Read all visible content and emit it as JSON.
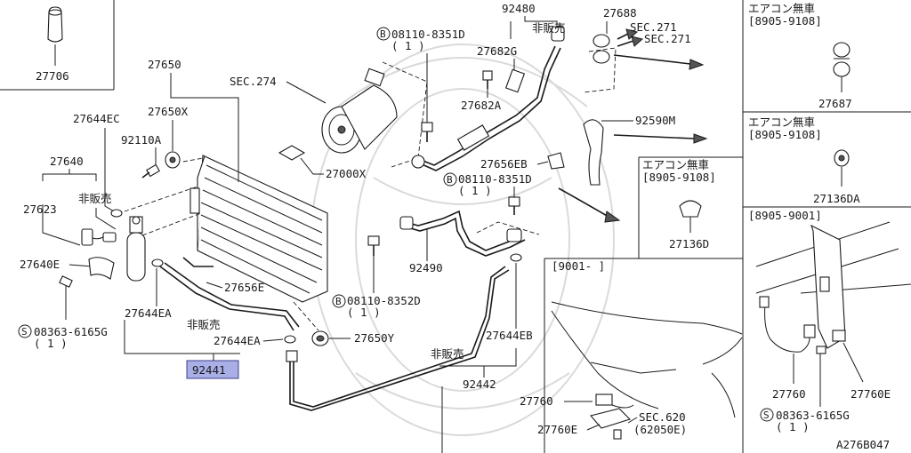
{
  "diagram_code": "A276B047",
  "colors": {
    "highlight_fill": "#a9aee6",
    "highlight_border": "#3a3f8a",
    "ink": "#1a1a1a"
  },
  "labels": {
    "p27706": "27706",
    "p27650": "27650",
    "sec274": "SEC.274",
    "p27644ec": "27644EC",
    "p27650x": "27650X",
    "p92110a": "92110A",
    "p27640": "27640",
    "hibanbai1": "非販売",
    "p27623": "27623",
    "p27640e": "27640E",
    "p27656e": "27656E",
    "p27644ea_top": "27644EA",
    "hibanbai2": "非販売",
    "p27644ea_bot": "27644EA",
    "p92441": "92441",
    "s08363_left": "08363-6165G",
    "s08363_left_qty": "( 1 )",
    "p27000x": "27000X",
    "b08110_8351d_a": "08110-8351D",
    "b08110_8351d_a_qty": "( 1 )",
    "p92480": "92480",
    "hibanbai3": "非販売",
    "p27682g": "27682G",
    "p27682a": "27682A",
    "b08110_8351d_b": "08110-8351D",
    "b08110_8351d_b_qty": "( 1 )",
    "p27656eb": "27656EB",
    "p92490": "92490",
    "b08110_8352d": "08110-8352D",
    "b08110_8352d_qty": "( 1 )",
    "p27650y": "27650Y",
    "hibanbai4": "非販売",
    "p27644eb": "27644EB",
    "p92442": "92442",
    "p27688": "27688",
    "sec271_a": "SEC.271",
    "sec271_b": "SEC.271",
    "p92590m": "92590M",
    "box1_title": "エアコン無車",
    "box1_range": "[8905-9108]",
    "p27687": "27687",
    "box2_title": "エアコン無車",
    "box2_range": "[8905-9108]",
    "p27136da": "27136DA",
    "box3_title": "エアコン無車",
    "box3_range": "[8905-9108]",
    "p27136d": "27136D",
    "box4_range": "[9001-      ]",
    "p27760_a": "27760",
    "p27760e_a": "27760E",
    "sec620": "SEC.620",
    "sec620_sub": "(62050E)",
    "box5_range": "[8905-9001]",
    "p27760_b": "27760",
    "p27760e_b": "27760E",
    "s08363_right": "08363-6165G",
    "s08363_right_qty": "( 1 )",
    "mark_b": "B",
    "mark_s": "S"
  }
}
